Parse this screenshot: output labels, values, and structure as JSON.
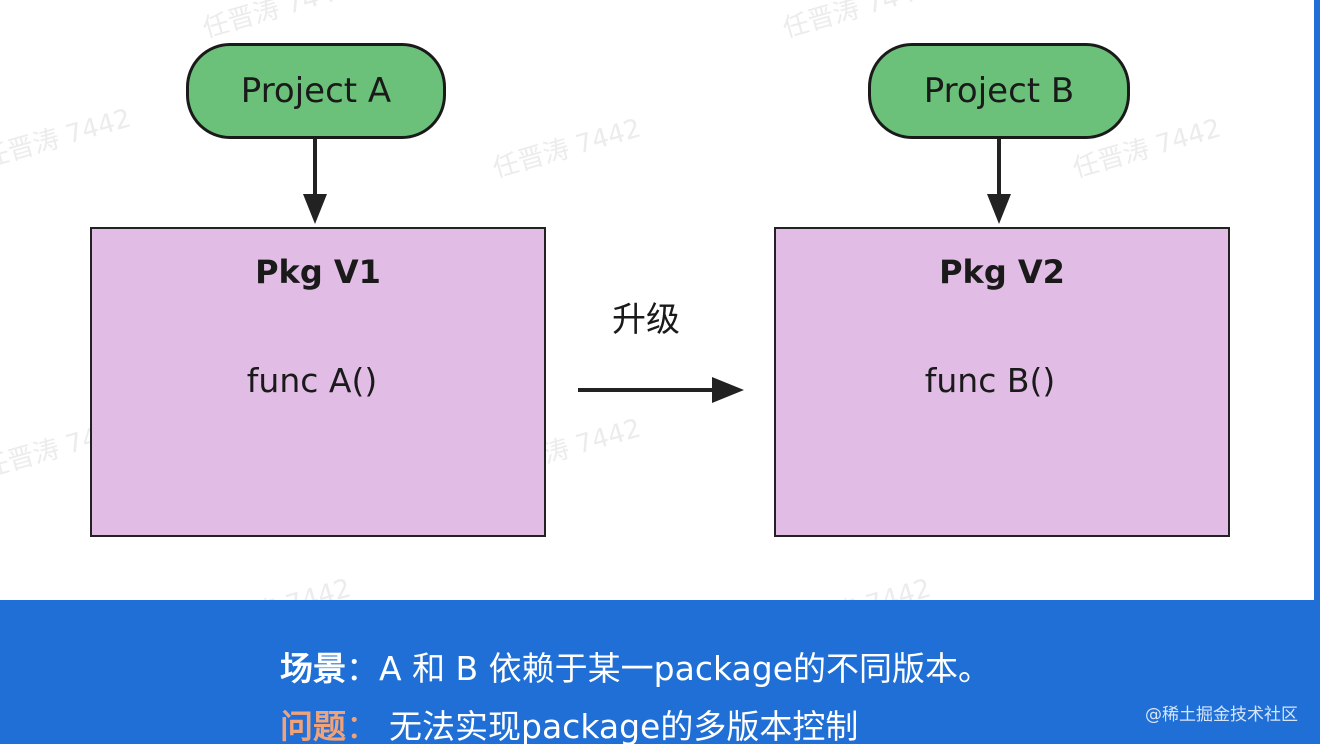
{
  "diagram": {
    "project_a": "Project A",
    "project_b": "Project B",
    "pkg_v1": {
      "title": "Pkg V1",
      "func": "func A()"
    },
    "pkg_v2": {
      "title": "Pkg V2",
      "func": "func B()"
    },
    "upgrade_label": "升级",
    "watermark_text": "任晋涛 7442"
  },
  "caption": {
    "scene_key": "场景",
    "scene_sep": "：",
    "scene_text": "A 和 B 依赖于某一package的不同版本。",
    "problem_key": "问题",
    "problem_sep": "：",
    "problem_text": "无法实现package的多版本控制"
  },
  "credit": "@稀土掘金技术社区",
  "colors": {
    "project_fill": "#6cc17a",
    "pkg_fill": "#e1bde6",
    "caption_bar": "#1f6fd6",
    "problem_key": "#f0a37a"
  }
}
